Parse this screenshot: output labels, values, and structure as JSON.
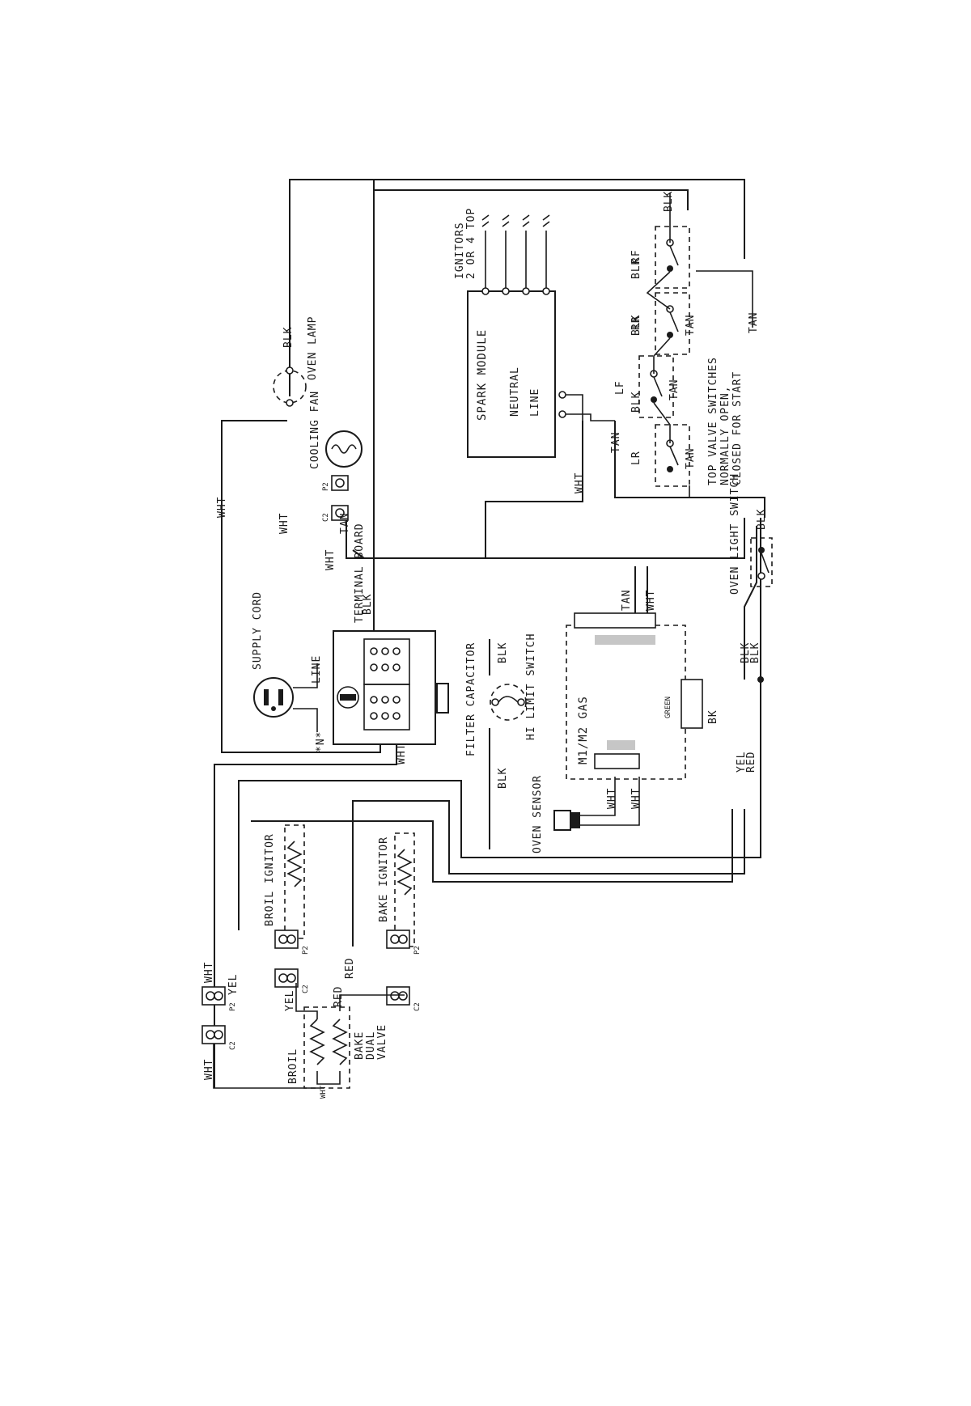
{
  "labels": {
    "blk": "BLK",
    "wht": "WHT",
    "tan": "TAN",
    "yel": "YEL",
    "red": "RED",
    "oven_lamp": "OVEN LAMP",
    "cooling_fan": "COOLING FAN",
    "supply_cord": "SUPPLY CORD",
    "terminal_board": "TERMINAL BOARD",
    "line": "LINE",
    "n_star": "*N*",
    "filter_capacitor": "FILTER CAPACITOR",
    "hi_limit_switch": "HI LIMIT SWITCH",
    "oven_sensor": "OVEN SENSOR",
    "control": "M1/M2 GAS",
    "spark_module": "SPARK MODULE",
    "neutral": "NEUTRAL",
    "line_term": "LINE",
    "ignitors": "IGNITORS",
    "ignitors_note": "2 OR 4 TOP",
    "lr": "LR",
    "lf": "LF",
    "rr": "RR",
    "rf": "RF",
    "top_valve_note_1": "TOP VALVE SWITCHES",
    "top_valve_note_2": "NORMALLY OPEN,",
    "top_valve_note_3": "CLOSED FOR START",
    "oven_light_switch": "OVEN LIGHT SWITCH",
    "broil_ignitor": "BROIL IGNITOR",
    "bake_ignitor": "BAKE IGNITOR",
    "broil": "BROIL",
    "bake": "BAKE",
    "dual": "DUAL",
    "valve": "VALVE",
    "p2": "P2",
    "c2": "C2",
    "green": "GREEN",
    "bk": "BK"
  }
}
